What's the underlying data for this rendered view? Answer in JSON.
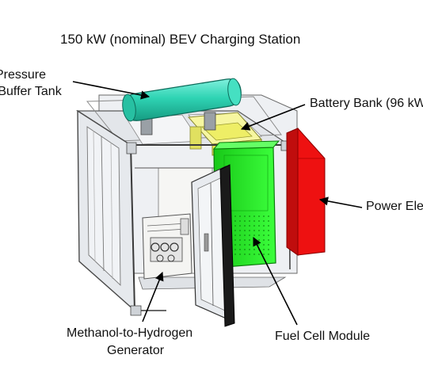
{
  "title": "150 kW (nominal) BEV Charging Station",
  "labels": {
    "buffer_tank_line1": "Pressure",
    "buffer_tank_line2": "n Buffer Tank",
    "battery_bank": "Battery Bank (96 kW",
    "power_electronics": "Power Ele",
    "methanol_line1": "Methanol-to-Hydrogen",
    "methanol_line2": "Generator",
    "fuel_cell": "Fuel Cell Module"
  },
  "colors": {
    "buffer_tank": "#2fd4b4",
    "battery_bank": "#eeee66",
    "fuel_cell": "#22ee22",
    "power_electronics": "#ee1111",
    "frame": "#d8dce2",
    "outline": "#4a4a4a"
  }
}
